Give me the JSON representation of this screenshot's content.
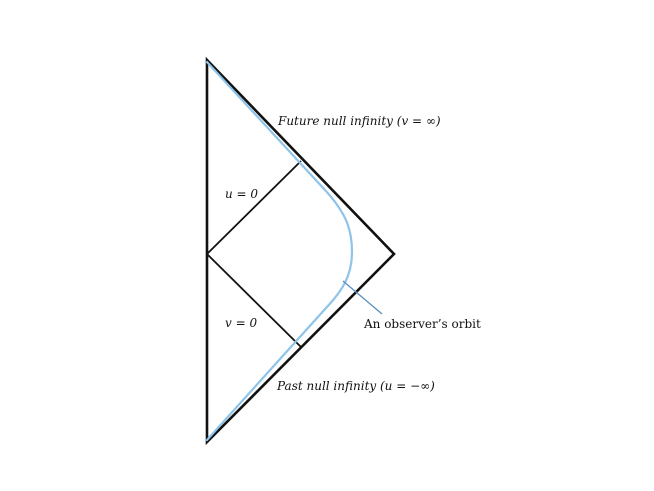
{
  "diagram": {
    "labels": {
      "future_null_infinity": "Future null infinity (v = ∞)",
      "past_null_infinity": "Past null infinity (u = −∞)",
      "u_zero": "u = 0",
      "v_zero": "v = 0",
      "observer_orbit": "An observer’s orbit"
    },
    "colors": {
      "outline": "#111111",
      "orbit": "#8ec3ea",
      "pointer": "#5a8fc2"
    }
  }
}
